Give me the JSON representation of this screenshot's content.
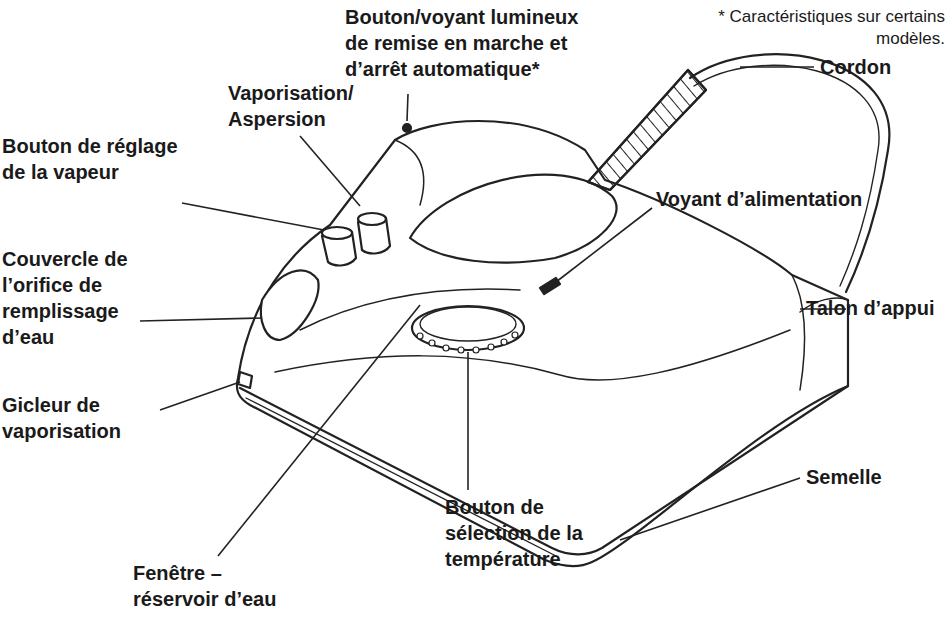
{
  "diagram": {
    "labels": [
      "Bouton/voyant lumineux de remise en marche et d’arrêt automatique*",
      "* Caractéristiques sur certains modèles.",
      "Vaporisation/ Aspersion",
      "Cordon",
      "Bouton de réglage de la vapeur",
      "Voyant d’alimentation",
      "Couvercle de l’orifice de remplissage d’eau",
      "Talon d’appui",
      "Gicleur de vaporisation",
      "Semelle",
      "Bouton de sélection de la température",
      "Fenêtre – réservoir d’eau"
    ]
  }
}
